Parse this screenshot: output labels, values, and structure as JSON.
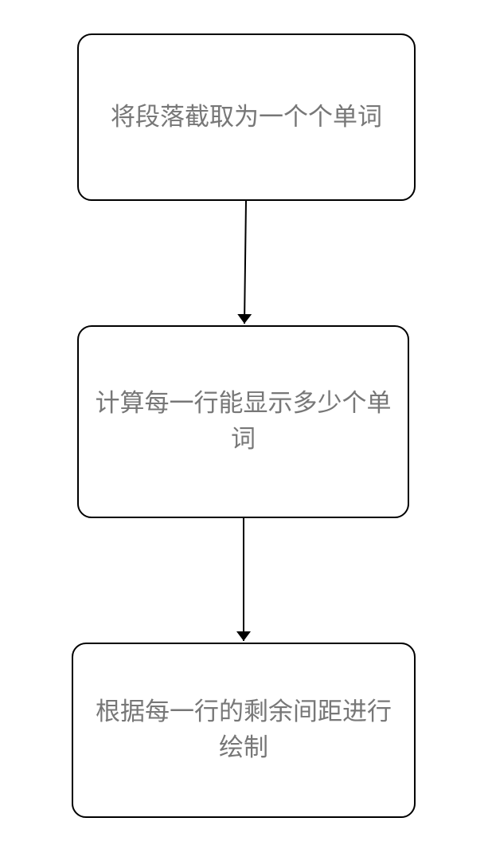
{
  "diagram": {
    "nodes": [
      {
        "id": "step-1",
        "text": "将段落截取为一个个单词"
      },
      {
        "id": "step-2",
        "text": "计算每一行能显示多少个单词"
      },
      {
        "id": "step-3",
        "text": "根据每一行的剩余间距进行绘制"
      }
    ],
    "edges": [
      {
        "from": "step-1",
        "to": "step-2"
      },
      {
        "from": "step-2",
        "to": "step-3"
      }
    ],
    "colors": {
      "border": "#000000",
      "text": "#777777",
      "arrow": "#000000",
      "background": "#ffffff"
    }
  }
}
